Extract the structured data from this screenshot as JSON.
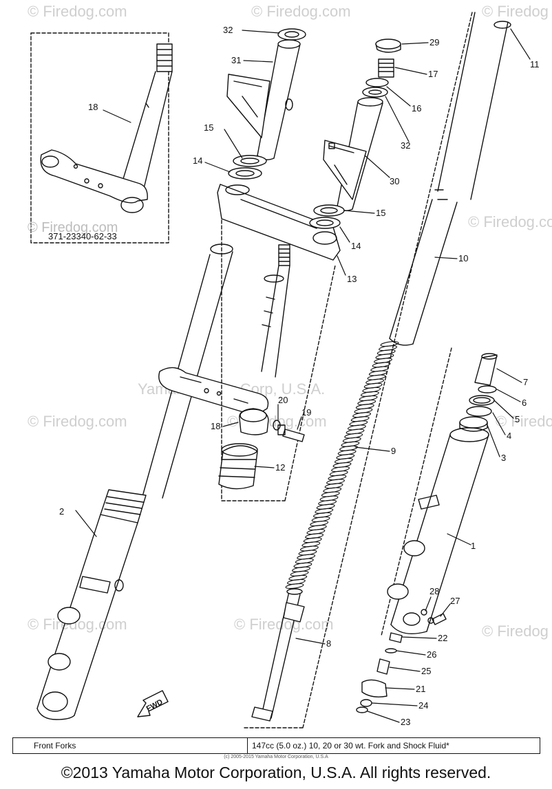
{
  "watermarks": {
    "firedog": "© Firedog.com",
    "firedog_short": "© Firedog",
    "firedog_corner": "© Firedog.com",
    "yamaha": "Yamaha Motor Corp, U.S.A."
  },
  "inset": {
    "code": "371-23340-62-33",
    "watermark": "© Firedog.com"
  },
  "callouts": [
    "32",
    "31",
    "29",
    "17",
    "16",
    "32",
    "30",
    "15",
    "14",
    "15",
    "14",
    "13",
    "11",
    "10",
    "18",
    "18",
    "20",
    "19",
    "12",
    "9",
    "7",
    "6",
    "5",
    "4",
    "3",
    "2",
    "1",
    "28",
    "27",
    "22",
    "26",
    "25",
    "21",
    "24",
    "23",
    "8"
  ],
  "fwd_label": "FWD",
  "table": {
    "title": "Front Forks",
    "spec": "147cc (5.0 oz.) 10, 20 or 30 wt. Fork and Shock Fluid*"
  },
  "small_copyright": "(c) 2005-2015 Yamaha Motor Corporation, U.S.A",
  "footer": "©2013 Yamaha Motor Corporation, U.S.A. All rights reserved.",
  "colors": {
    "ink": "#111111",
    "watermark": "#cfcfcf"
  }
}
